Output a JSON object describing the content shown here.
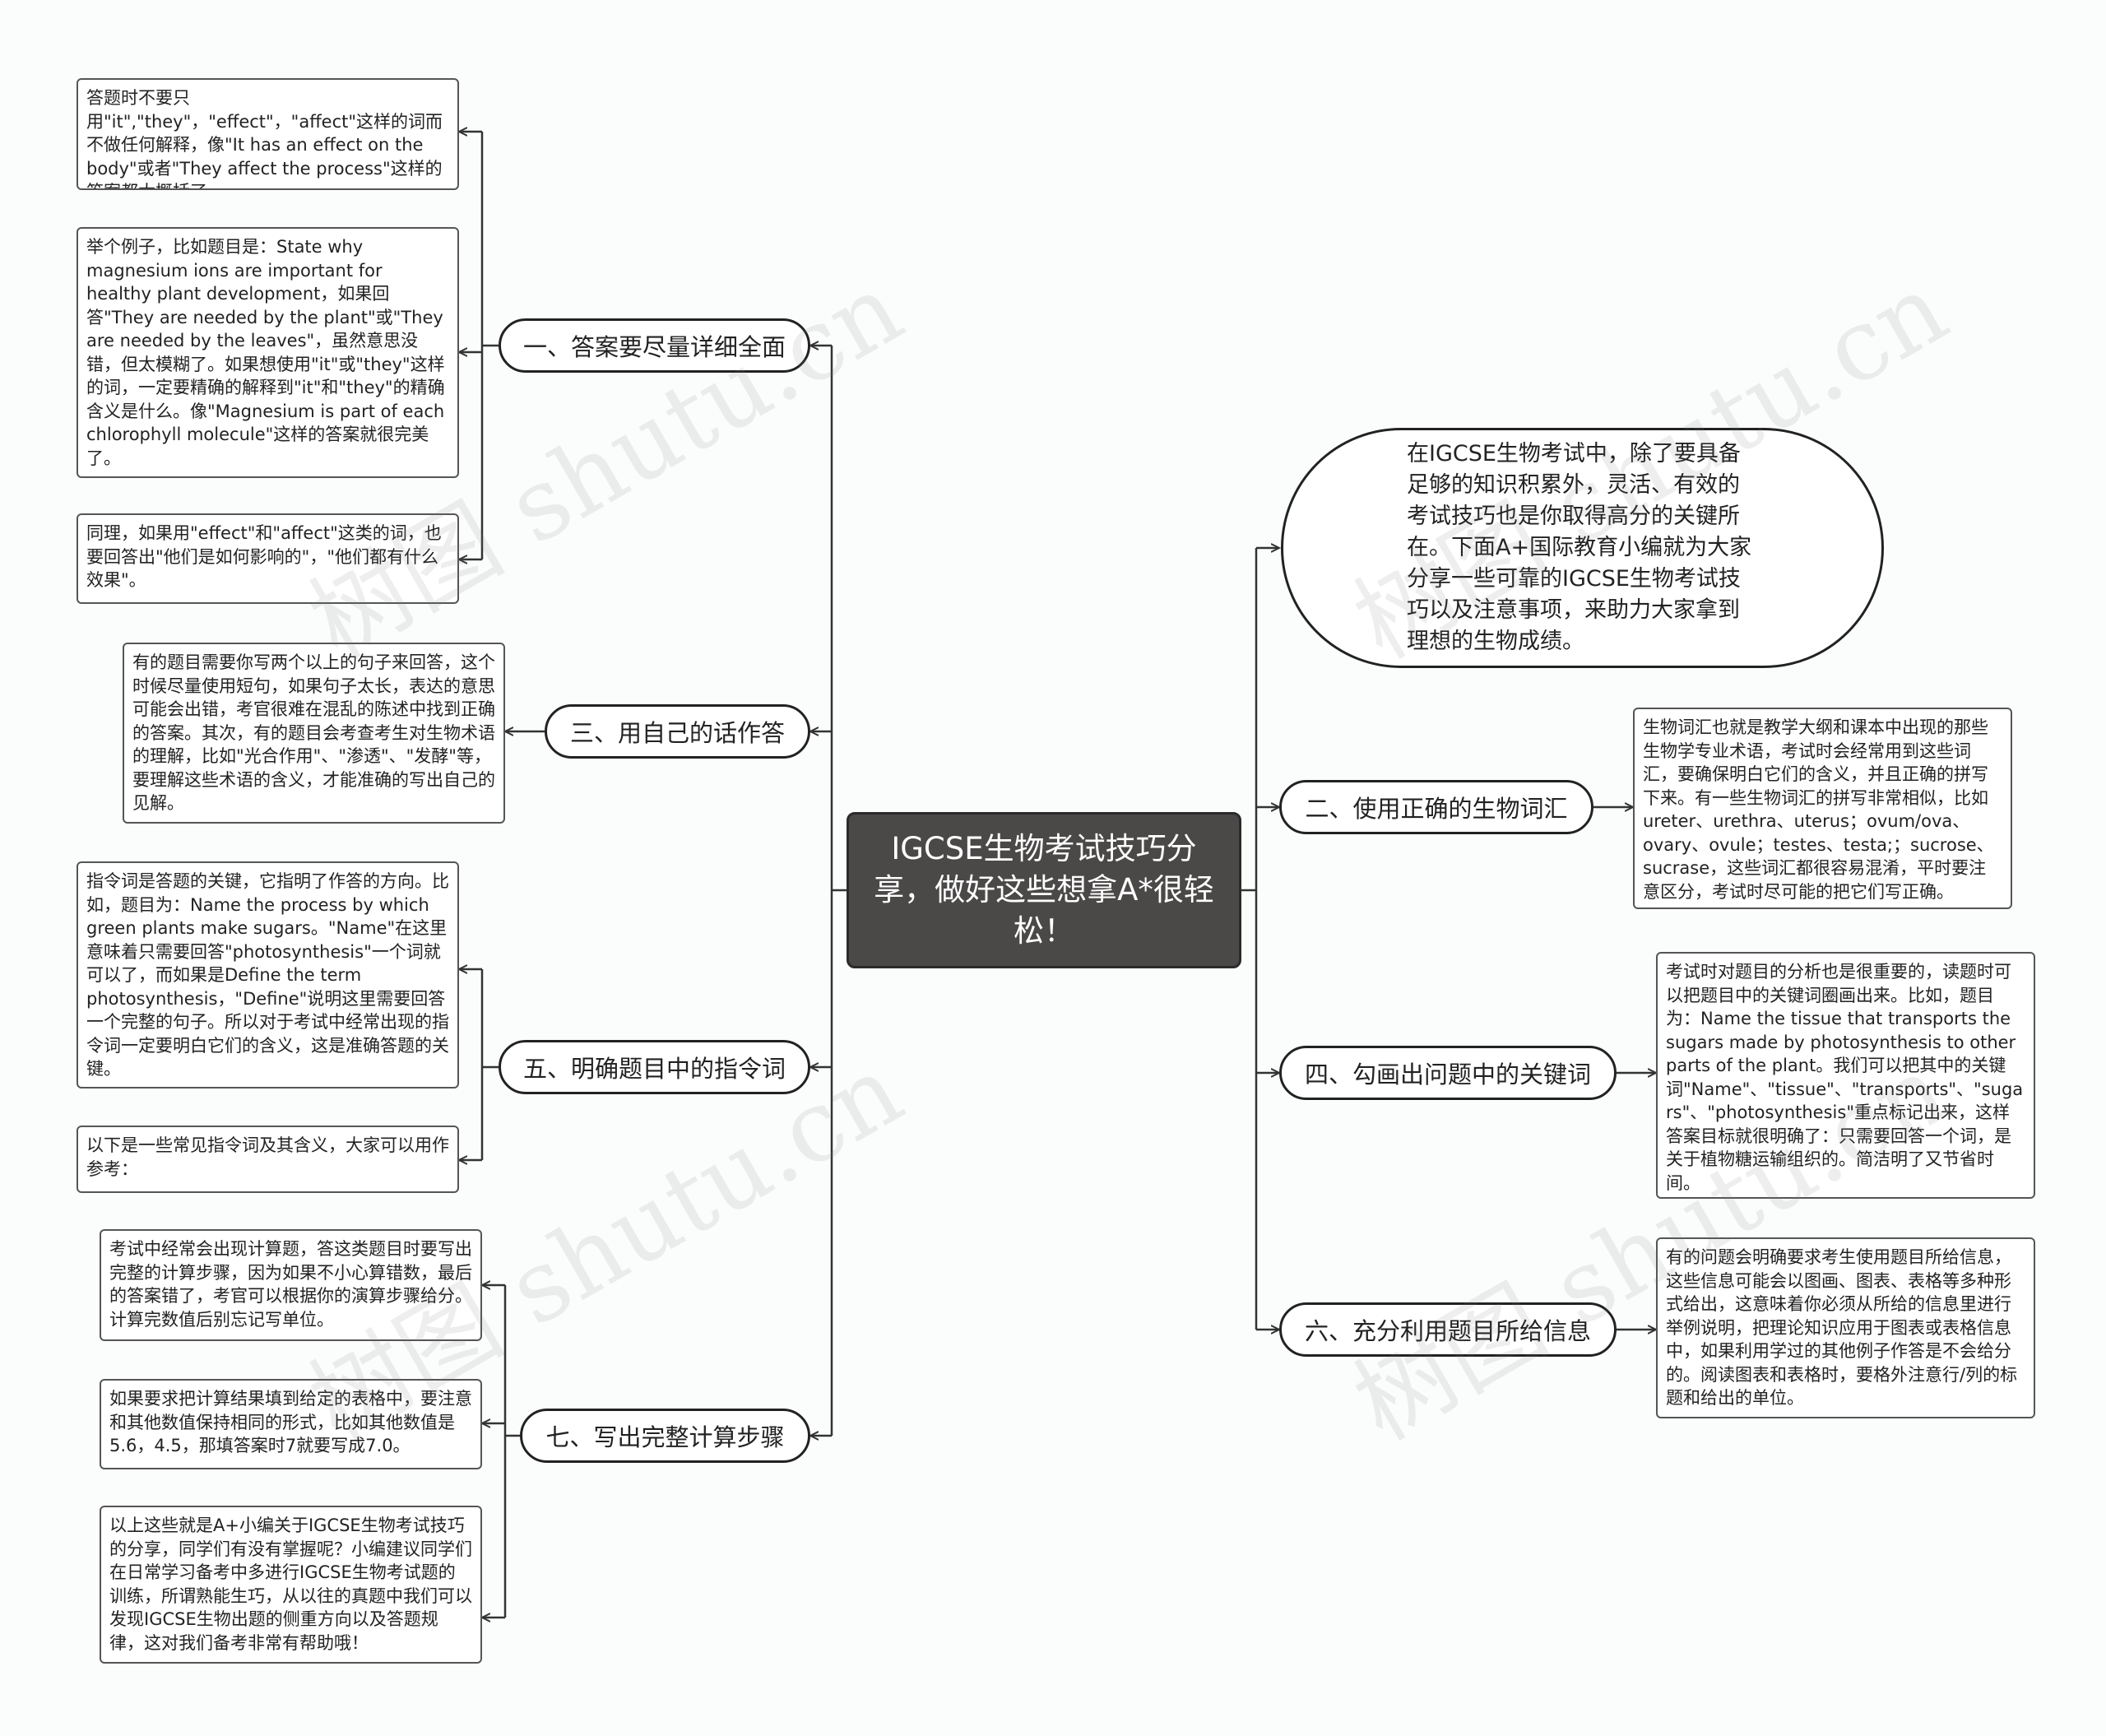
{
  "root": {
    "title": "IGCSE生物考试技巧分享，做好这些想拿A*很轻松！"
  },
  "intro": {
    "text": "在IGCSE生物考试中，除了要具备足够的知识积累外，灵活、有效的考试技巧也是你取得高分的关键所在。下面A+国际教育小编就为大家分享一些可靠的IGCSE生物考试技巧以及注意事项，来助力大家拿到理想的生物成绩。"
  },
  "left_topics": [
    {
      "label": "一、答案要尽量详细全面",
      "notes": [
        "答题时不要只用\"it\",\"they\"，\"effect\"，\"affect\"这样的词而不做任何解释，像\"It has an effect on the body\"或者\"They affect the process\"这样的答案都太概括了。",
        "举个例子，比如题目是：State why magnesium ions are important for healthy plant development，如果回答\"They are needed by the plant\"或\"They are needed by the leaves\"，虽然意思没错，但太模糊了。如果想使用\"it\"或\"they\"这样的词，一定要精确的解释到\"it\"和\"they\"的精确含义是什么。像\"Magnesium is part of each chlorophyll molecule\"这样的答案就很完美了。",
        "同理，如果用\"effect\"和\"affect\"这类的词，也要回答出\"他们是如何影响的\"，\"他们都有什么效果\"。"
      ]
    },
    {
      "label": "三、用自己的话作答",
      "notes": [
        "有的题目需要你写两个以上的句子来回答，这个时候尽量使用短句，如果句子太长，表达的意思可能会出错，考官很难在混乱的陈述中找到正确的答案。其次，有的题目会考查考生对生物术语的理解，比如\"光合作用\"、\"渗透\"、\"发酵\"等，要理解这些术语的含义，才能准确的写出自己的见解。"
      ]
    },
    {
      "label": "五、明确题目中的指令词",
      "notes": [
        "指令词是答题的关键，它指明了作答的方向。比如，题目为：Name the process by which green plants make sugars。\"Name\"在这里意味着只需要回答\"photosynthesis\"一个词就可以了，而如果是Define the term photosynthesis，\"Define\"说明这里需要回答一个完整的句子。所以对于考试中经常出现的指令词一定要明白它们的含义，这是准确答题的关键。",
        "以下是一些常见指令词及其含义，大家可以用作参考："
      ]
    },
    {
      "label": "七、写出完整计算步骤",
      "notes": [
        "考试中经常会出现计算题，答这类题目时要写出完整的计算步骤，因为如果不小心算错数，最后的答案错了，考官可以根据你的演算步骤给分。计算完数值后别忘记写单位。",
        "如果要求把计算结果填到给定的表格中，要注意和其他数值保持相同的形式，比如其他数值是5.6，4.5，那填答案时7就要写成7.0。",
        "以上这些就是A+小编关于IGCSE生物考试技巧的分享，同学们有没有掌握呢？小编建议同学们在日常学习备考中多进行IGCSE生物考试题的训练，所谓熟能生巧，从以往的真题中我们可以发现IGCSE生物出题的侧重方向以及答题规律，这对我们备考非常有帮助哦！"
      ]
    }
  ],
  "right_topics": [
    {
      "label": "二、使用正确的生物词汇",
      "notes": [
        "生物词汇也就是教学大纲和课本中出现的那些生物学专业术语，考试时会经常用到这些词汇，要确保明白它们的含义，并且正确的拼写下来。有一些生物词汇的拼写非常相似，比如ureter、urethra、uterus；ovum/ova、ovary、ovule；testes、testa;；sucrose、sucrase，这些词汇都很容易混淆，平时要注意区分，考试时尽可能的把它们写正确。"
      ]
    },
    {
      "label": "四、勾画出问题中的关键词",
      "notes": [
        "考试时对题目的分析也是很重要的，读题时可以把题目中的关键词圈画出来。比如，题目为：Name the tissue that transports the sugars made by photosynthesis to other parts of the plant。我们可以把其中的关键词\"Name\"、\"tissue\"、\"transports\"、\"sugars\"、\"photosynthesis\"重点标记出来，这样答案目标就很明确了：只需要回答一个词，是关于植物糖运输组织的。简洁明了又节省时间。"
      ]
    },
    {
      "label": "六、充分利用题目所给信息",
      "notes": [
        "有的问题会明确要求考生使用题目所给信息，这些信息可能会以图画、图表、表格等多种形式给出，这意味着你必须从所给的信息里进行举例说明，把理论知识应用于图表或表格信息中，如果利用学过的其他例子作答是不会给分的。阅读图表和表格时，要格外注意行/列的标题和给出的单位。"
      ]
    }
  ],
  "watermark": "树图 shutu.cn"
}
